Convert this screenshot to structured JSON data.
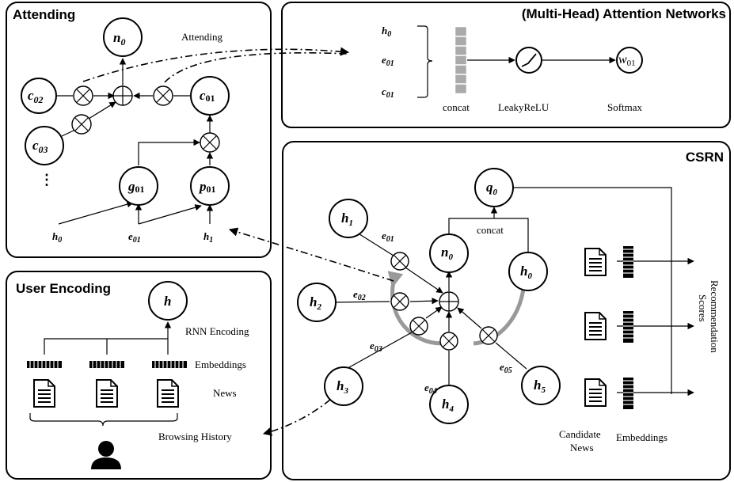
{
  "panels": {
    "attending": "Attending",
    "attention_networks": "(Multi-Head) Attention Networks",
    "csrn": "CSRN",
    "user_encoding": "User Encoding"
  },
  "attending_panel": {
    "n0": "n",
    "n0_sub": "0",
    "attending_label": "Attending",
    "c02": "c",
    "c02_sub": "02",
    "c03": "c",
    "c03_sub": "03",
    "c01": "c",
    "c01_sub": "01",
    "g01": "g",
    "g01_sub": "01",
    "p01": "p",
    "p01_sub": "01",
    "dots": "⋮",
    "h0": "h",
    "h0_sub": "0",
    "e01": "e",
    "e01_sub": "01",
    "h1": "h",
    "h1_sub": "1"
  },
  "attention_panel": {
    "h0": "h",
    "h0_sub": "0",
    "e01": "e",
    "e01_sub": "01",
    "c01": "c",
    "c01_sub": "01",
    "concat": "concat",
    "leakyrelu": "LeakyReLU",
    "softmax": "Softmax",
    "w01": "w",
    "w01_sub": "01"
  },
  "csrn_panel": {
    "h1": "h",
    "h1_sub": "1",
    "h2": "h",
    "h2_sub": "2",
    "h3": "h",
    "h3_sub": "3",
    "h4": "h",
    "h4_sub": "4",
    "h5": "h",
    "h5_sub": "5",
    "h0": "h",
    "h0_sub": "0",
    "n0": "n",
    "n0_sub": "0",
    "q0": "q",
    "q0_sub": "0",
    "concat": "concat",
    "e01": "e",
    "e01_sub": "01",
    "e02": "e",
    "e02_sub": "02",
    "e03": "e",
    "e03_sub": "03",
    "e04": "e",
    "e04_sub": "04",
    "e05": "e",
    "e05_sub": "05",
    "candidate_news": "Candidate\nNews",
    "candidate_line1": "Candidate",
    "candidate_line2": "News",
    "embeddings": "Embeddings",
    "recommendation_line1": "Recommendation",
    "recommendation_line2": "Scores"
  },
  "user_encoding_panel": {
    "h": "h",
    "rnn_encoding": "RNN Encoding",
    "embeddings": "Embeddings",
    "news": "News",
    "browsing_history": "Browsing History"
  },
  "icons": [
    "document-icon",
    "user-icon",
    "embedding-bar-icon",
    "circle-times-icon",
    "circle-plus-icon",
    "leakyrelu-icon"
  ]
}
